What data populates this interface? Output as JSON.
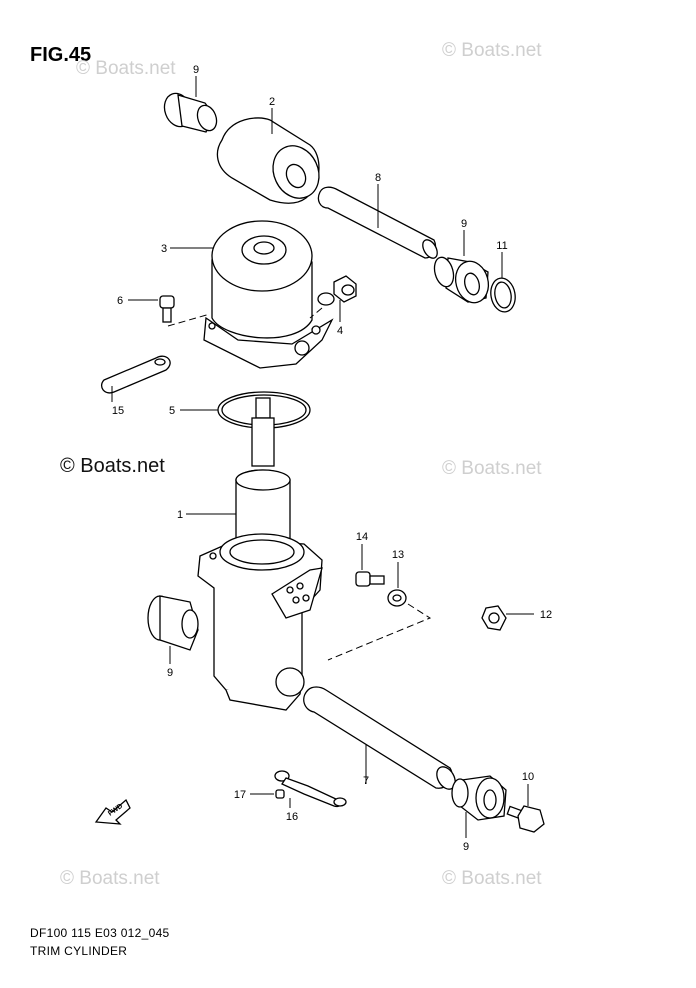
{
  "figure": {
    "title": "FIG.45",
    "model_code": "DF100 115 E03 012_045",
    "caption": "TRIM CYLINDER",
    "watermark": "© Boats.net",
    "forward_label": "FWD"
  },
  "callouts": [
    {
      "id": "c9a",
      "label": "9"
    },
    {
      "id": "c2",
      "label": "2"
    },
    {
      "id": "c8",
      "label": "8"
    },
    {
      "id": "c9b",
      "label": "9"
    },
    {
      "id": "c11",
      "label": "11"
    },
    {
      "id": "c3",
      "label": "3"
    },
    {
      "id": "c6",
      "label": "6"
    },
    {
      "id": "c4",
      "label": "4"
    },
    {
      "id": "c15",
      "label": "15"
    },
    {
      "id": "c5",
      "label": "5"
    },
    {
      "id": "c1",
      "label": "1"
    },
    {
      "id": "c14",
      "label": "14"
    },
    {
      "id": "c13",
      "label": "13"
    },
    {
      "id": "c12",
      "label": "12"
    },
    {
      "id": "c9c",
      "label": "9"
    },
    {
      "id": "c7",
      "label": "7"
    },
    {
      "id": "c10",
      "label": "10"
    },
    {
      "id": "c17",
      "label": "17"
    },
    {
      "id": "c16",
      "label": "16"
    },
    {
      "id": "c9d",
      "label": "9"
    }
  ],
  "colors": {
    "line": "#000000",
    "watermark": "#cfcfcf",
    "background": "#ffffff"
  }
}
